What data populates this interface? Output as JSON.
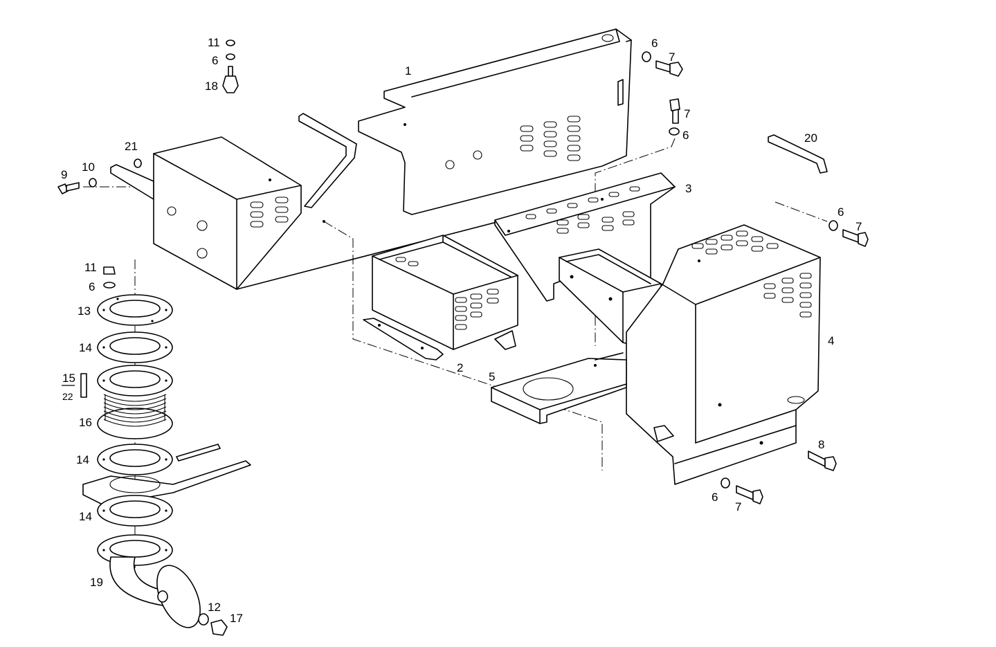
{
  "labels": {
    "l1": "1",
    "l2": "2",
    "l3": "3",
    "l4": "4",
    "l5": "5",
    "l6a": "6",
    "l6b": "6",
    "l6c": "6",
    "l6d": "6",
    "l6e": "6",
    "l7a": "7",
    "l7b": "7",
    "l7c": "7",
    "l7d": "7",
    "l8": "8",
    "l9": "9",
    "l10": "10",
    "l11a": "11",
    "l11b": "11",
    "l12": "12",
    "l13": "13",
    "l14a": "14",
    "l14b": "14",
    "l14c": "14",
    "l15": "15",
    "l16": "16",
    "l17": "17",
    "l18": "18",
    "l19": "19",
    "l20": "20",
    "l21": "21",
    "l22": "22"
  },
  "colors": {
    "line": "#000000",
    "background": "#ffffff"
  }
}
